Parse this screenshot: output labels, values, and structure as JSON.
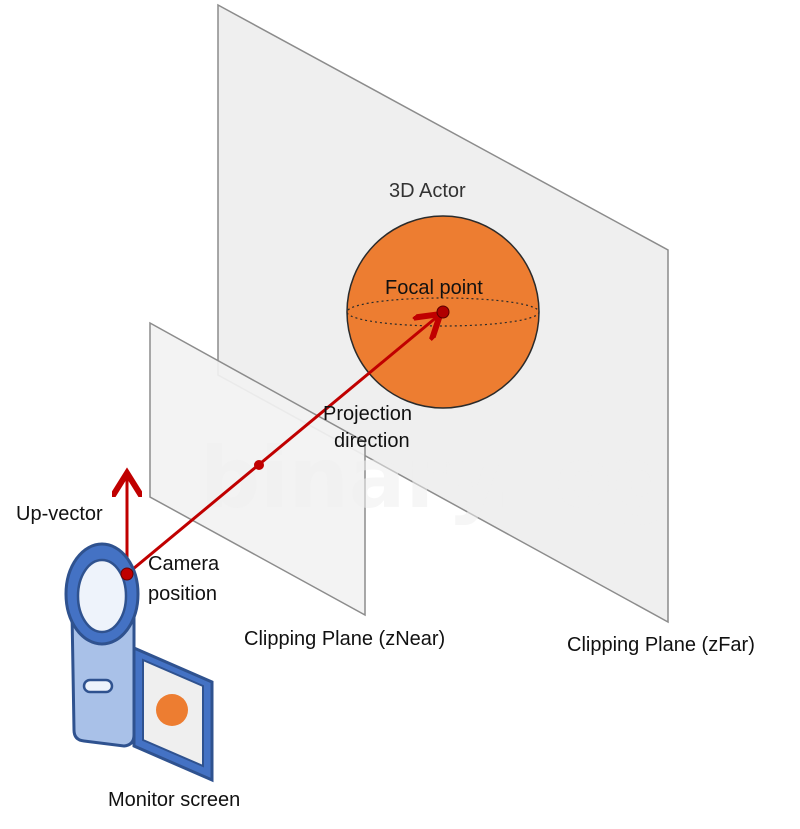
{
  "labels": {
    "actor": "3D Actor",
    "focal_point": "Focal point",
    "projection_line1": "Projection",
    "projection_line2": "direction",
    "up_vector": "Up-vector",
    "camera_line1": "Camera",
    "camera_line2": "position",
    "znear": "Clipping Plane (zNear)",
    "zfar": "Clipping Plane (zFar)",
    "monitor": "Monitor screen"
  },
  "watermark": "binary.log",
  "colors": {
    "arrow": "#c00000",
    "sphere": "#ed7d31",
    "plane_fill": "#efefef",
    "plane_stroke": "#8c8c8c",
    "camera_blue": "#4472c4",
    "camera_light": "#a9c1e8"
  }
}
